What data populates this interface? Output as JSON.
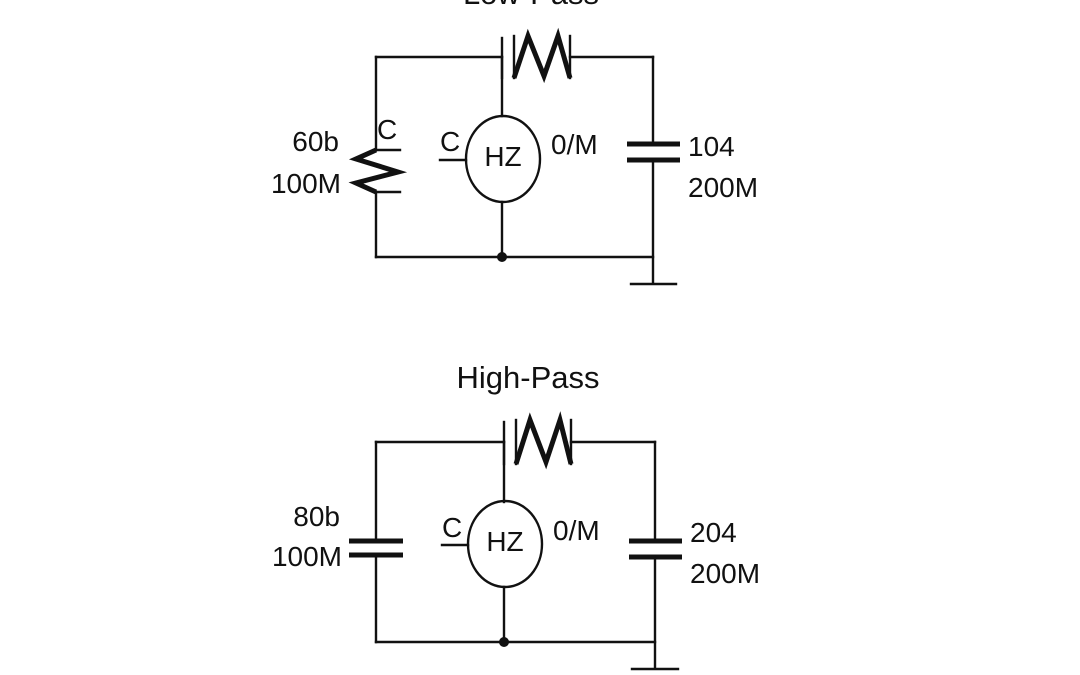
{
  "circuits": [
    {
      "title": "Low-Pass",
      "left_label_1": "60b",
      "left_label_2": "100M",
      "left_component_label": "C",
      "meter_label": "HZ",
      "meter_side_label": "C",
      "meter_value": "0/M",
      "right_label_1": "104",
      "right_label_2": "200M"
    },
    {
      "title": "High-Pass",
      "left_label_1": "80b",
      "left_label_2": "100M",
      "meter_label": "HZ",
      "meter_side_label": "C",
      "meter_value": "0/M",
      "right_label_1": "204",
      "right_label_2": "200M"
    }
  ]
}
